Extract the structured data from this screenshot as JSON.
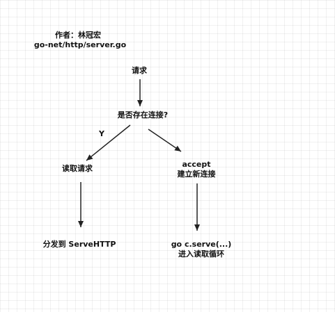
{
  "header": {
    "author_line": "作者：林冠宏",
    "source_file": "go-net/http/server.go"
  },
  "nodes": {
    "request": "请求",
    "decision": "是否存在连接?",
    "yes_label": "Y",
    "read_request": "读取请求",
    "accept_line1": "accept",
    "accept_line2": "建立新连接",
    "dispatch": "分发到 ServeHTTP",
    "serve_line1": "go c.serve(...)",
    "serve_line2": "进入读取循环"
  }
}
